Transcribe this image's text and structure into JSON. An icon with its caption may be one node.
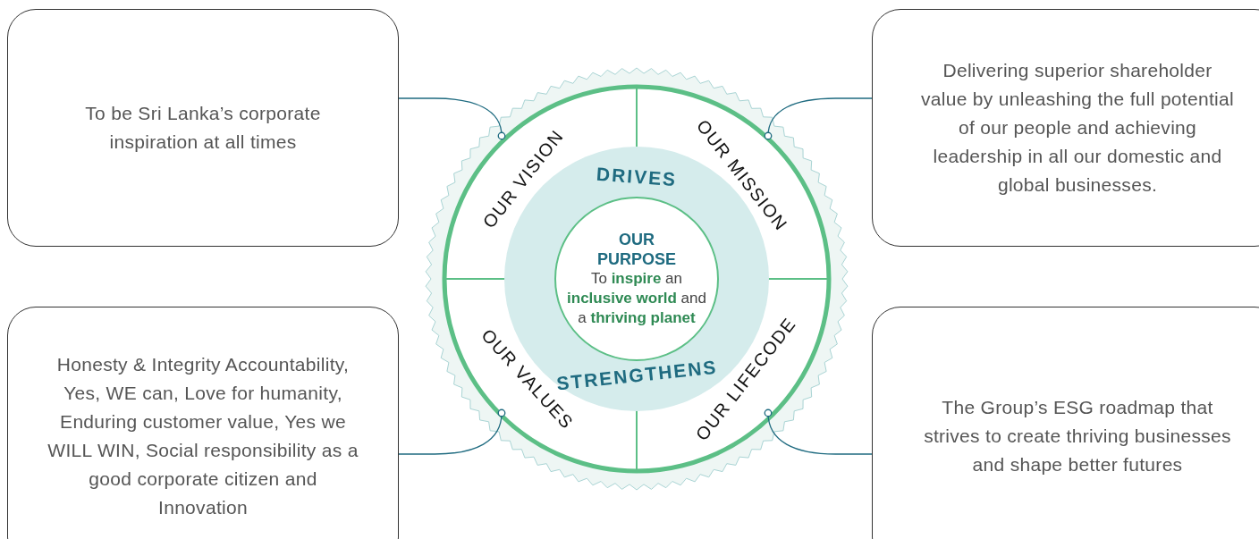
{
  "diagram": {
    "nodes": [
      {
        "text": [
          "To be Sri Lanka’s corporate inspiration at all times"
        ]
      },
      {
        "text": [
          "Delivering superior shareholder value by unleashing the full potential of our people and achieving leadership in all our domestic and global businesses."
        ]
      },
      {
        "text": [
          "Honesty & Integrity Accountability, Yes, WE can, Love for humanity, Enduring customer value, Yes we WILL WIN, Social responsibility as a good corporate citizen and Innovation"
        ]
      },
      {
        "text": [
          "The Group’s ESG roadmap that strives to create thriving businesses and shape better futures"
        ]
      },
      {
        "text": [],
        "shape": "circle"
      },
      {
        "text": [
          "OUR VISION"
        ],
        "in": 4
      },
      {
        "text": [
          "OUR MISSION"
        ],
        "in": 4
      },
      {
        "text": [
          "OUR VALUES"
        ],
        "in": 4
      },
      {
        "text": [
          "OUR LIFECODE"
        ],
        "in": 4
      },
      {
        "text": [
          "DRIVES",
          "STRENGTHENS"
        ],
        "in": 4
      },
      {
        "text": [
          "OUR PURPOSE",
          "To **inspire** an **inclusive world** and a **thriving planet**"
        ],
        "in": 9
      }
    ],
    "edges": [
      {
        "from": 0,
        "to": 5,
        "arrow": "other"
      },
      {
        "from": 1,
        "to": 6,
        "arrow": "other"
      },
      {
        "from": 2,
        "to": 7,
        "arrow": "other"
      },
      {
        "from": 3,
        "to": 8,
        "arrow": "other"
      }
    ]
  }
}
